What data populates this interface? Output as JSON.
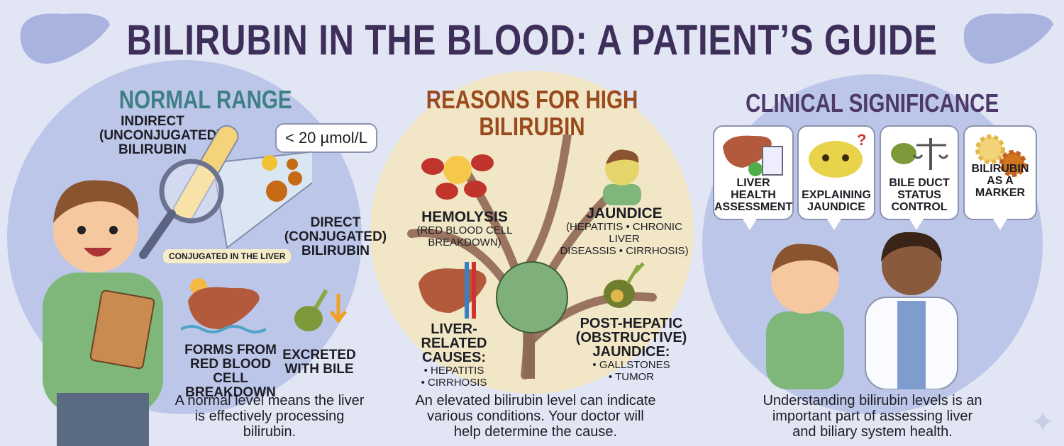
{
  "title": "BILIRUBIN IN THE BLOOD: A PATIENT’S GUIDE",
  "colors": {
    "background": "#e2e5f4",
    "title": "#3e2f5a",
    "normal_heading": "#3f7f86",
    "reasons_heading": "#9a4a1e",
    "clinical_heading": "#4d3a6a",
    "circle_blue": "#bcc6e8",
    "circle_beige": "#f1e7c6"
  },
  "normal": {
    "heading": "NORMAL RANGE",
    "indirect": [
      "INDIRECT",
      "(UNCONJUGATED)",
      "BILIRUBIN"
    ],
    "range": "< 20 µmol/L",
    "direct": [
      "DIRECT",
      "(CONJUGATED)",
      "BILIRUBIN"
    ],
    "conjugated_badge": "CONJUGATED IN THE LIVER",
    "forms": [
      "FORMS FROM",
      "RED BLOOD CELL",
      "BREAKDOWN"
    ],
    "excreted": [
      "EXCRETED",
      "WITH BILE"
    ],
    "paragraph": [
      "A normal level means the liver",
      "is effectively processing",
      "bilirubin."
    ]
  },
  "reasons": {
    "heading": [
      "REASONS FOR HIGH",
      "BILIRUBIN"
    ],
    "hemolysis": {
      "title": "HEMOLYSIS",
      "detail": "(RED BLOOD CELL BREAKDOWN)"
    },
    "jaundice": {
      "title": "JAUNDICE",
      "detail": [
        "(HEPATITIS • CHRONIC LIVER",
        "DISEASSIS • CIRRHOSIS)"
      ]
    },
    "liver": {
      "title": [
        "LIVER-RELATED",
        "CAUSES:"
      ],
      "items": [
        "• HEPATITIS",
        "• CIRRHOSIS"
      ]
    },
    "post": {
      "title": [
        "POST-HEPATIC",
        "(OBSTRUCTIVE) JAUNDICE:"
      ],
      "items": [
        "• GALLSTONES",
        "• TUMOR"
      ]
    },
    "paragraph": [
      "An elevated bilirubin level can indicate",
      "various conditions. Your doctor will",
      "help determine the cause."
    ]
  },
  "clinical": {
    "heading": "CLINICAL SIGNIFICANCE",
    "cards": [
      {
        "label": [
          "LIVER HEALTH",
          "ASSESSMENT"
        ],
        "icon": "liver-clipboard-icon"
      },
      {
        "label": [
          "EXPLAINING",
          "JAUNDICE"
        ],
        "icon": "yellow-face-icon"
      },
      {
        "label": [
          "BILE DUCT",
          "STATUS",
          "CONTROL"
        ],
        "icon": "gallbladder-scale-icon"
      },
      {
        "label": [
          "BILIRUBIN",
          "AS A MARKER"
        ],
        "icon": "gear-molecule-icon"
      }
    ],
    "paragraph": [
      "Understanding bilirubin levels is an",
      "important part of assessing liver",
      "and biliary system health."
    ]
  }
}
